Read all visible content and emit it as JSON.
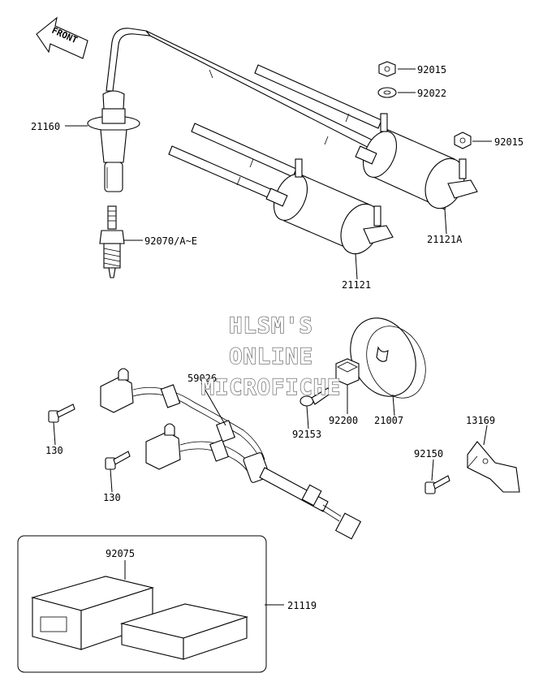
{
  "front_arrow": {
    "label": "FRONT"
  },
  "watermark": {
    "line1": "HLSM'S",
    "line2": "ONLINE",
    "line3": "MICROFICHE"
  },
  "parts": {
    "p92015_top": "92015",
    "p92022": "92022",
    "p92015_mid": "92015",
    "p21160": "21160",
    "p92070": "92070/A~E",
    "p21121A": "21121A",
    "p21121": "21121",
    "p59026": "59026",
    "p130_a": "130",
    "p130_b": "130",
    "p92153": "92153",
    "p92200": "92200",
    "p21007": "21007",
    "p13169": "13169",
    "p92150": "92150",
    "p92075": "92075",
    "p21119": "21119"
  }
}
